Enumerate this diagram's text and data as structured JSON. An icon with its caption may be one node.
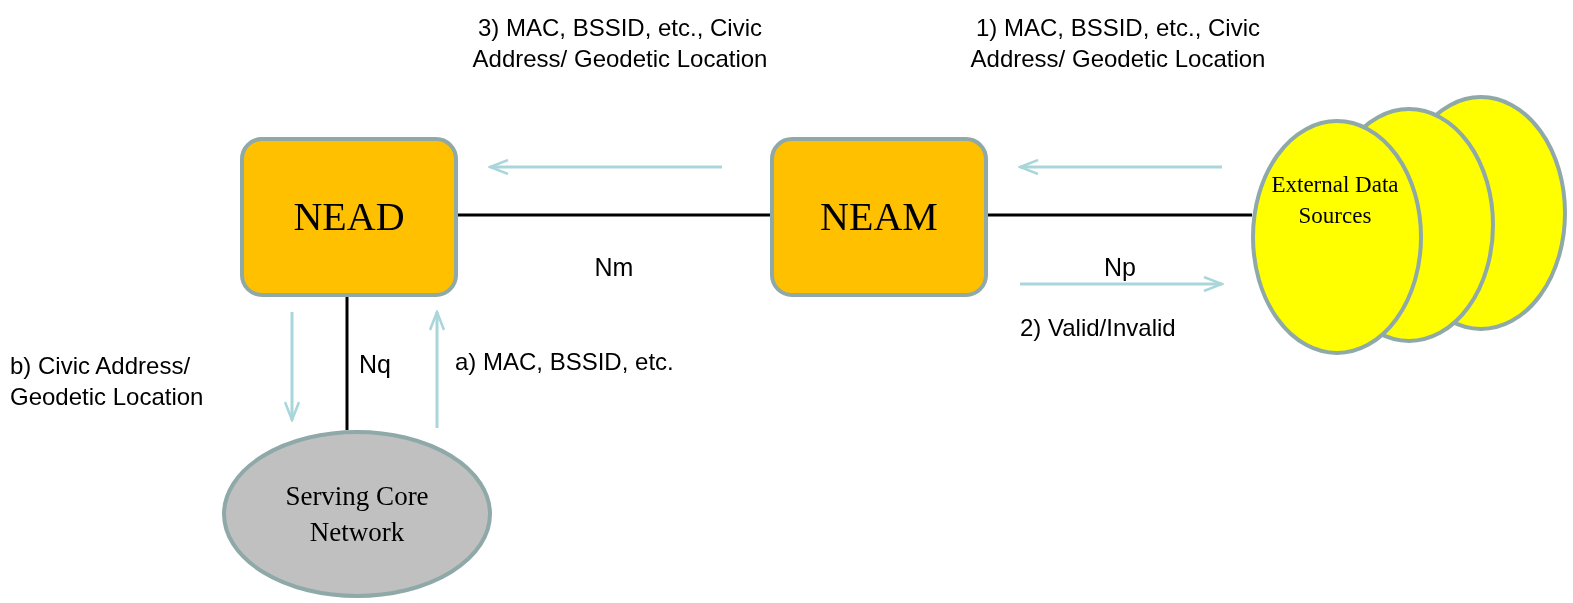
{
  "diagram": {
    "nodes": [
      {
        "text": [
          "NEAD"
        ]
      },
      {
        "text": [
          "NEAM"
        ]
      },
      {
        "text": [
          "External Data Sources"
        ]
      },
      {
        "text": [
          "Serving Core Network"
        ]
      }
    ],
    "edges": [
      {
        "from": 0,
        "to": 1,
        "arrow": "none",
        "label": "Nm"
      },
      {
        "from": 1,
        "to": 2,
        "arrow": "none",
        "label": "Np"
      },
      {
        "from": 0,
        "to": 3,
        "arrow": "none",
        "label": "Nq"
      }
    ],
    "labels": [
      "3) MAC, BSSID, etc., Civic Address/ Geodetic Location",
      "1) MAC, BSSID, etc., Civic Address/ Geodetic Location",
      "2) Valid/Invalid",
      "b) Civic Address/ Geodetic Location",
      "a) MAC, BSSID, etc."
    ]
  }
}
